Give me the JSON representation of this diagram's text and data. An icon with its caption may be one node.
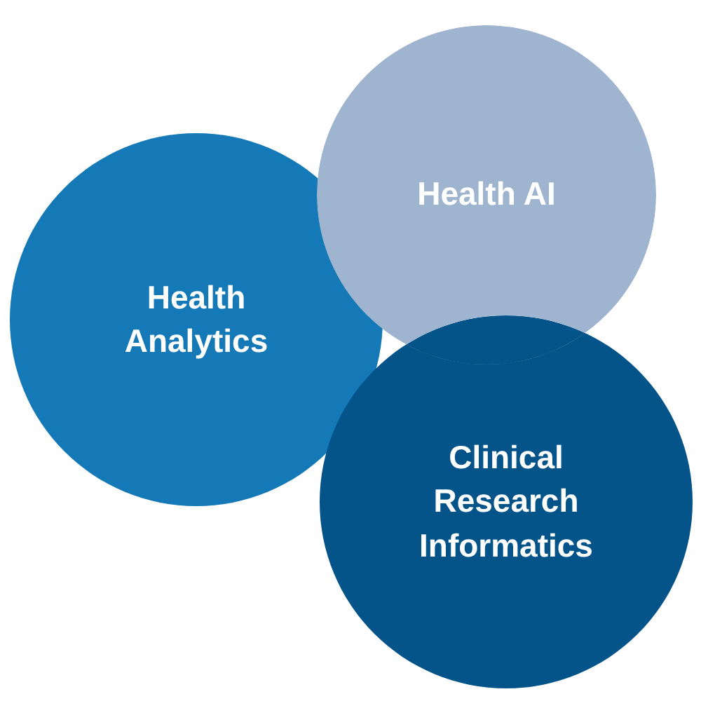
{
  "diagram": {
    "nodes": [
      {
        "text": [
          "Health Analytics"
        ]
      },
      {
        "text": [
          "Health AI"
        ]
      },
      {
        "text": [
          "Clinical Research Informatics"
        ]
      }
    ]
  }
}
